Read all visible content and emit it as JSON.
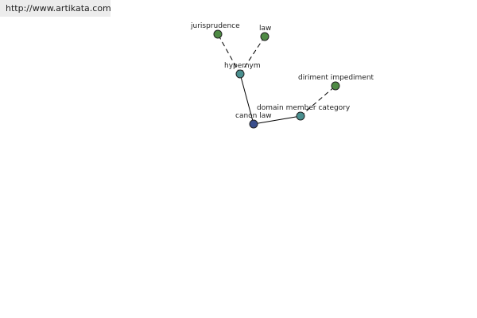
{
  "header": {
    "url": "http://www.artikata.com"
  },
  "colors": {
    "center_node": "#3a4e8c",
    "relation_node": "#4a8f8f",
    "leaf_node": "#4e8a44"
  },
  "graph": {
    "nodes": [
      {
        "id": "canon-law",
        "label": "canon law",
        "kind": "center"
      },
      {
        "id": "hypernym",
        "label": "hypernym",
        "kind": "relation"
      },
      {
        "id": "domain-member-category",
        "label": "domain member category",
        "kind": "relation"
      },
      {
        "id": "jurisprudence",
        "label": "jurisprudence",
        "kind": "leaf"
      },
      {
        "id": "law",
        "label": "law",
        "kind": "leaf"
      },
      {
        "id": "diriment-impediment",
        "label": "diriment impediment",
        "kind": "leaf"
      }
    ],
    "edges": [
      {
        "from": "canon-law",
        "to": "hypernym",
        "style": "solid"
      },
      {
        "from": "canon-law",
        "to": "domain-member-category",
        "style": "solid"
      },
      {
        "from": "hypernym",
        "to": "jurisprudence",
        "style": "dashed"
      },
      {
        "from": "hypernym",
        "to": "law",
        "style": "dashed"
      },
      {
        "from": "domain-member-category",
        "to": "diriment-impediment",
        "style": "dashed"
      }
    ]
  }
}
